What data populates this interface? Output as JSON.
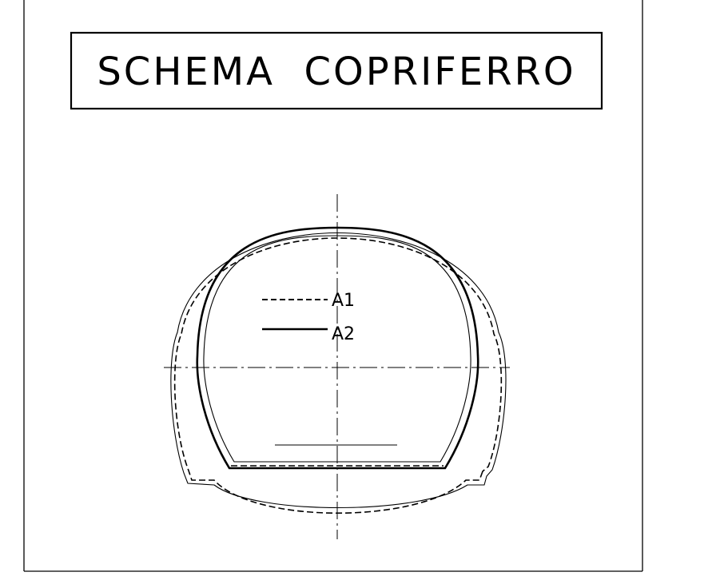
{
  "title": "SCHEMA  COPRIFERRO",
  "legend": {
    "a1_label": "A1",
    "a2_label": "A2"
  },
  "colors": {
    "stroke": "#000000",
    "background": "#ffffff"
  }
}
